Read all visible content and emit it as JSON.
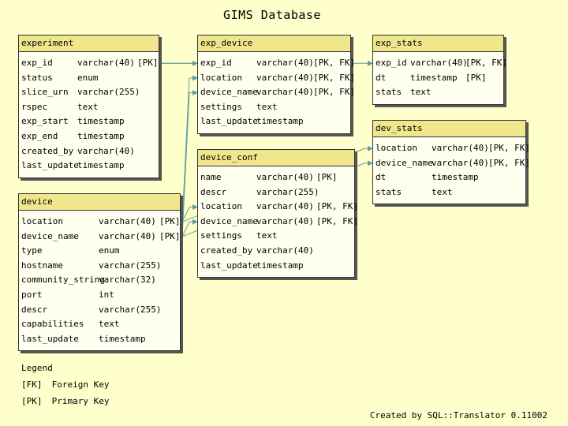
{
  "title": "GIMS Database",
  "tables": [
    {
      "id": "experiment",
      "name": "experiment",
      "columns": [
        {
          "name": "exp_id",
          "type": "varchar(40)",
          "key": "[PK]"
        },
        {
          "name": "status",
          "type": "enum",
          "key": ""
        },
        {
          "name": "slice_urn",
          "type": "varchar(255)",
          "key": ""
        },
        {
          "name": "rspec",
          "type": "text",
          "key": ""
        },
        {
          "name": "exp_start",
          "type": "timestamp",
          "key": ""
        },
        {
          "name": "exp_end",
          "type": "timestamp",
          "key": ""
        },
        {
          "name": "created_by",
          "type": "varchar(40)",
          "key": ""
        },
        {
          "name": "last_update",
          "type": "timestamp",
          "key": ""
        }
      ]
    },
    {
      "id": "exp_device",
      "name": "exp_device",
      "columns": [
        {
          "name": "exp_id",
          "type": "varchar(40)",
          "key": "[PK, FK]"
        },
        {
          "name": "location",
          "type": "varchar(40)",
          "key": "[PK, FK]"
        },
        {
          "name": "device_name",
          "type": "varchar(40)",
          "key": "[PK, FK]"
        },
        {
          "name": "settings",
          "type": "text",
          "key": ""
        },
        {
          "name": "last_update",
          "type": "timestamp",
          "key": ""
        }
      ]
    },
    {
      "id": "exp_stats",
      "name": "exp_stats",
      "columns": [
        {
          "name": "exp_id",
          "type": "varchar(40)",
          "key": "[PK, FK]"
        },
        {
          "name": "dt",
          "type": "timestamp",
          "key": "[PK]"
        },
        {
          "name": "stats",
          "type": "text",
          "key": ""
        }
      ]
    },
    {
      "id": "dev_stats",
      "name": "dev_stats",
      "columns": [
        {
          "name": "location",
          "type": "varchar(40)",
          "key": "[PK, FK]"
        },
        {
          "name": "device_name",
          "type": "varchar(40)",
          "key": "[PK, FK]"
        },
        {
          "name": "dt",
          "type": "timestamp",
          "key": ""
        },
        {
          "name": "stats",
          "type": "text",
          "key": ""
        }
      ]
    },
    {
      "id": "device_conf",
      "name": "device_conf",
      "columns": [
        {
          "name": "name",
          "type": "varchar(40)",
          "key": "[PK]"
        },
        {
          "name": "descr",
          "type": "varchar(255)",
          "key": ""
        },
        {
          "name": "location",
          "type": "varchar(40)",
          "key": "[PK, FK]"
        },
        {
          "name": "device_name",
          "type": "varchar(40)",
          "key": "[PK, FK]"
        },
        {
          "name": "settings",
          "type": "text",
          "key": ""
        },
        {
          "name": "created_by",
          "type": "varchar(40)",
          "key": ""
        },
        {
          "name": "last_update",
          "type": "timestamp",
          "key": ""
        }
      ]
    },
    {
      "id": "device",
      "name": "device",
      "columns": [
        {
          "name": "location",
          "type": "varchar(40)",
          "key": "[PK]"
        },
        {
          "name": "device_name",
          "type": "varchar(40)",
          "key": "[PK]"
        },
        {
          "name": "type",
          "type": "enum",
          "key": ""
        },
        {
          "name": "hostname",
          "type": "varchar(255)",
          "key": ""
        },
        {
          "name": "community_string",
          "type": "varchar(32)",
          "key": ""
        },
        {
          "name": "port",
          "type": "int",
          "key": ""
        },
        {
          "name": "descr",
          "type": "varchar(255)",
          "key": ""
        },
        {
          "name": "capabilities",
          "type": "text",
          "key": ""
        },
        {
          "name": "last_update",
          "type": "timestamp",
          "key": ""
        }
      ]
    }
  ],
  "relations": [
    {
      "from": "experiment.exp_id",
      "to": "exp_device.exp_id"
    },
    {
      "from": "experiment.exp_id",
      "to": "exp_stats.exp_id"
    },
    {
      "from": "device.location",
      "to": "exp_device.location"
    },
    {
      "from": "device.device_name",
      "to": "exp_device.device_name"
    },
    {
      "from": "device.location",
      "to": "device_conf.location"
    },
    {
      "from": "device.device_name",
      "to": "device_conf.device_name"
    },
    {
      "from": "device.location",
      "to": "dev_stats.location"
    },
    {
      "from": "device.device_name",
      "to": "dev_stats.device_name"
    }
  ],
  "legend": {
    "title": "Legend",
    "items": [
      {
        "key": "[FK]",
        "label": "Foreign Key"
      },
      {
        "key": "[PK]",
        "label": "Primary Key"
      }
    ]
  },
  "credit": "Created by SQL::Translator 0.11002",
  "colors": {
    "background": "#ffffcc",
    "header": "#f0e68c",
    "line": "#5f9ea0"
  }
}
